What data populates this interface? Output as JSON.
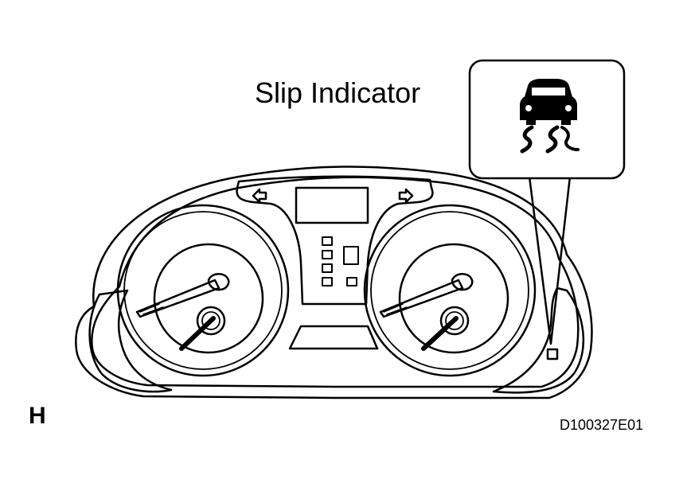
{
  "figure": {
    "callout_label": "Slip Indicator",
    "section_letter": "H",
    "figure_code": "D100327E01",
    "callout_icon": "skid-car-icon",
    "indicator_icon": "slip-indicator-lamp-icon",
    "line_color": "#000000",
    "background_color": "#ffffff"
  }
}
